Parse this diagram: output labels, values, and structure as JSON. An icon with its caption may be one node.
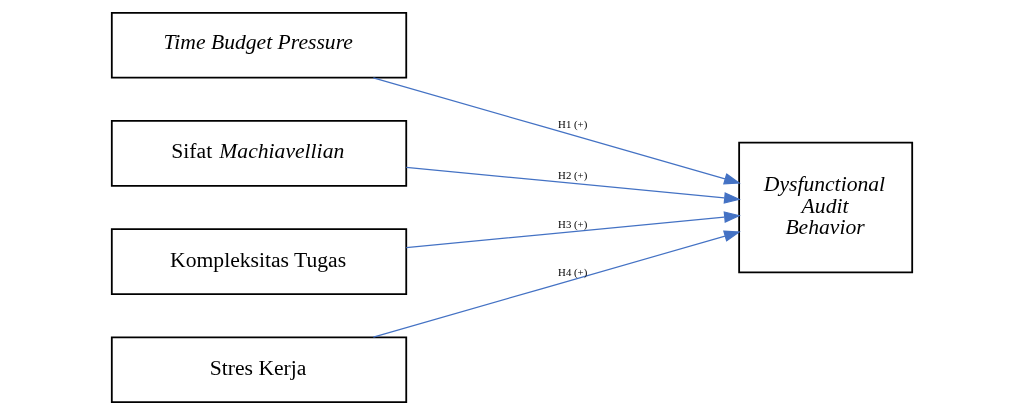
{
  "diagram": {
    "nodes": [
      {
        "text": [
          "Time Budget Pressure"
        ]
      },
      {
        "text": [
          "Sifat *Machiavellian*"
        ]
      },
      {
        "text": [
          "Kompleksitas Tugas"
        ]
      },
      {
        "text": [
          "Stres Kerja"
        ]
      },
      {
        "text": [
          "Dysfunctional Audit Behavior"
        ]
      }
    ],
    "edges": [
      {
        "from": 0,
        "to": 4,
        "arrow": "to",
        "label": "H1 (+)"
      },
      {
        "from": 1,
        "to": 4,
        "arrow": "to",
        "label": "H2 (+)"
      },
      {
        "from": 2,
        "to": 4,
        "arrow": "to",
        "label": "H3 (+)"
      },
      {
        "from": 3,
        "to": 4,
        "arrow": "to",
        "label": "H4 (+)"
      }
    ]
  }
}
